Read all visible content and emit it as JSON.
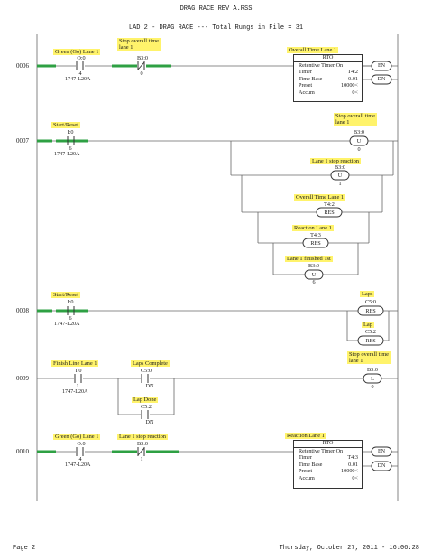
{
  "header": {
    "file_title": "DRAG RACE REV A.RSS",
    "subtitle": "LAD 2 - DRAG RACE --- Total Rungs in File = 31"
  },
  "colors": {
    "highlight": "#fff36b",
    "energized": "#2ea043",
    "line": "#666666"
  },
  "rungs": {
    "r0006": {
      "number": "0006",
      "contact1": {
        "label": "Green (Go) Lane 1",
        "address": "O:0",
        "bit": "4",
        "module": "1747-L20A"
      },
      "contact2": {
        "label_line1": "Stop overall time",
        "label_line2": "lane 1",
        "address": "B3:0",
        "bit": "0"
      },
      "rto": {
        "label": "Overall Time Lane 1",
        "type": "RTO",
        "name": "Retentive Timer On",
        "timer_key": "Timer",
        "timer_val": "T4:2",
        "base_key": "Time Base",
        "base_val": "0.01",
        "preset_key": "Preset",
        "preset_val": "10000<",
        "accum_key": "Accum",
        "accum_val": "0<",
        "en": "EN",
        "dn": "DN"
      }
    },
    "r0007": {
      "number": "0007",
      "contact": {
        "label": "Start/Reset",
        "address": "I:0",
        "bit": "6",
        "module": "1747-L20A"
      },
      "out1": {
        "label_line1": "Stop overall time",
        "label_line2": "lane 1",
        "address": "B3:0",
        "coil": "U",
        "bit": "0"
      },
      "out2": {
        "label": "Lane 1 stop reaction",
        "address": "B3:0",
        "coil": "U",
        "bit": "1"
      },
      "out3": {
        "label": "Overall Time Lane 1",
        "address": "T4:2",
        "coil": "RES"
      },
      "out4": {
        "label": "Reaction Lane 1",
        "address": "T4:3",
        "coil": "RES"
      },
      "out5": {
        "label": "Lane 1 finished 1st",
        "address": "B3:0",
        "coil": "U",
        "bit": "6"
      }
    },
    "r0008": {
      "number": "0008",
      "contact": {
        "label": "Start/Reset",
        "address": "I:0",
        "bit": "6",
        "module": "1747-L20A"
      },
      "out1": {
        "label": "Laps",
        "address": "C5:0",
        "coil": "RES"
      },
      "out2": {
        "label": "Lap",
        "address": "C5:2",
        "coil": "RES"
      }
    },
    "r0009": {
      "number": "0009",
      "contact1": {
        "label": "Finish Line Lane 1",
        "address": "I:0",
        "bit": "1",
        "module": "1747-L20A"
      },
      "contact2": {
        "label": "Laps Complete",
        "address": "C5:0",
        "bit": "DN"
      },
      "contact3": {
        "label": "Lap Done",
        "address": "C5:2",
        "bit": "DN"
      },
      "out1": {
        "label_line1": "Stop overall time",
        "label_line2": "lane 1",
        "address": "B3:0",
        "coil": "L",
        "bit": "0"
      }
    },
    "r0010": {
      "number": "0010",
      "contact1": {
        "label": "Green (Go) Lane 1",
        "address": "O:0",
        "bit": "4",
        "module": "1747-L20A"
      },
      "contact2": {
        "label": "Lane 1 stop reaction",
        "address": "B3:0",
        "bit": "1"
      },
      "rto": {
        "label": "Reaction Lane 1",
        "type": "RTO",
        "name": "Retentive Timer On",
        "timer_key": "Timer",
        "timer_val": "T4:3",
        "base_key": "Time Base",
        "base_val": "0.01",
        "preset_key": "Preset",
        "preset_val": "10000<",
        "accum_key": "Accum",
        "accum_val": "0<",
        "en": "EN",
        "dn": "DN"
      }
    }
  },
  "footer": {
    "page": "Page 2",
    "date": "Thursday, October 27, 2011 - 16:06:28"
  }
}
